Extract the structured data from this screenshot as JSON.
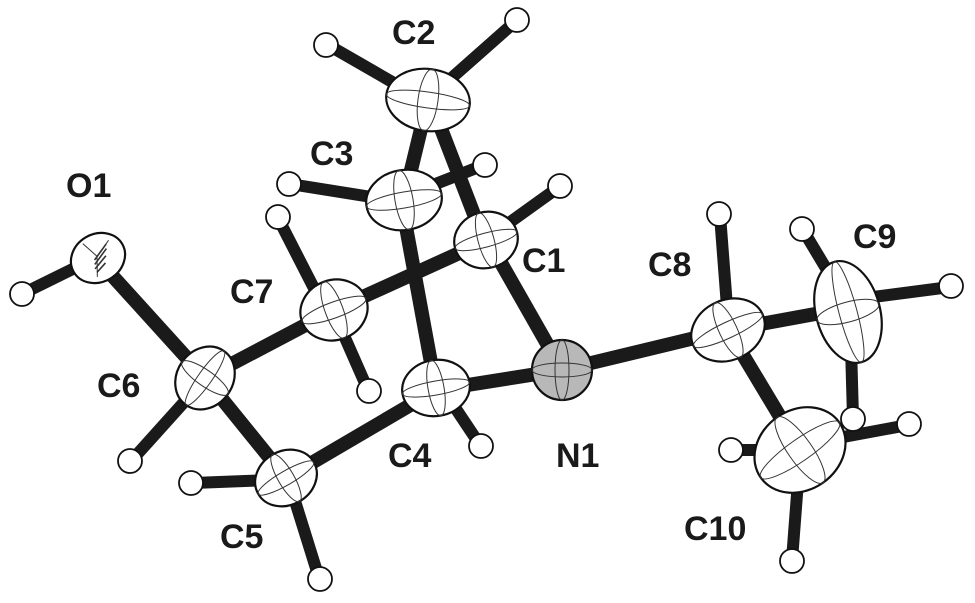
{
  "labels": {
    "O1": "O1",
    "C1": "C1",
    "C2": "C2",
    "C3": "C3",
    "C4": "C4",
    "C5": "C5",
    "C6": "C6",
    "C7": "C7",
    "C8": "C8",
    "C9": "C9",
    "C10": "C10",
    "N1": "N1"
  },
  "colors": {
    "nitrogen": "#b8b8b8",
    "carbon": "#ffffff",
    "oxygen": "#ffffff",
    "bond": "#1a1a1a"
  }
}
